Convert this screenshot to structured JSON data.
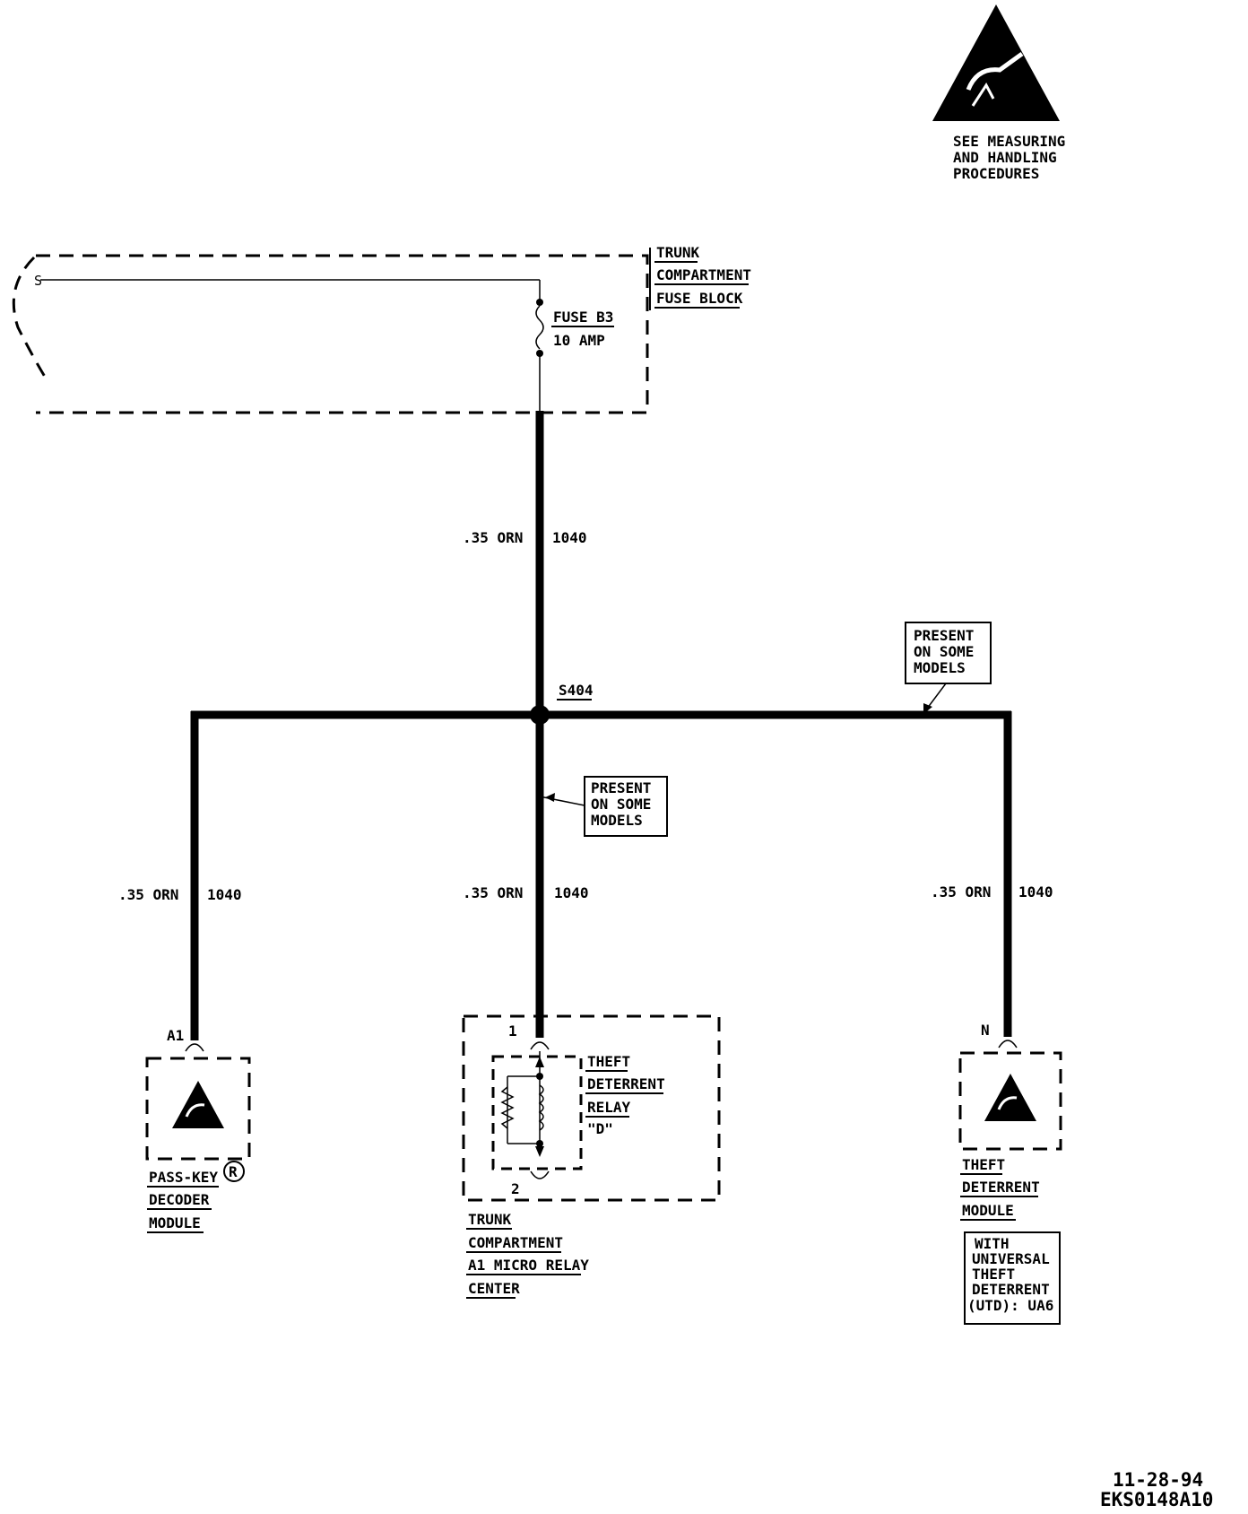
{
  "esd_notice": {
    "icon": "esd-warning-icon",
    "lines": [
      "SEE MEASURING",
      "AND HANDLING",
      "PROCEDURES"
    ]
  },
  "fuse_block": {
    "lines": [
      "TRUNK",
      "COMPARTMENT",
      "FUSE BLOCK"
    ],
    "fuse_name": "FUSE B3",
    "fuse_rating": "10 AMP"
  },
  "main_wire": {
    "gauge": ".35 ORN",
    "circuit": "1040"
  },
  "splice": {
    "name": "S404"
  },
  "notes": {
    "present_right": [
      "PRESENT",
      "ON SOME",
      "MODELS"
    ],
    "present_center": [
      "PRESENT",
      "ON SOME",
      "MODELS"
    ]
  },
  "branches": {
    "left": {
      "gauge": ".35 ORN",
      "circuit": "1040",
      "pin": "A1"
    },
    "center": {
      "gauge": ".35 ORN",
      "circuit": "1040",
      "pin_top": "1",
      "pin_bottom": "2"
    },
    "right": {
      "gauge": ".35 ORN",
      "circuit": "1040",
      "pin": "N"
    }
  },
  "components": {
    "passkey": {
      "lines": [
        "PASS-KEY",
        "DECODER",
        "MODULE"
      ],
      "mark": "R",
      "icon": "esd-warning-icon"
    },
    "relay": {
      "lines": [
        "THEFT",
        "DETERRENT",
        "RELAY",
        "\"D\""
      ]
    },
    "micro_relay_center": {
      "lines": [
        "TRUNK",
        "COMPARTMENT",
        "A1 MICRO RELAY",
        "CENTER"
      ]
    },
    "theft_module": {
      "lines": [
        "THEFT",
        "DETERRENT",
        "MODULE"
      ],
      "icon": "esd-warning-icon"
    },
    "uto_note": {
      "lines": [
        "WITH",
        "UNIVERSAL",
        "THEFT",
        "DETERRENT",
        "(UTD): UA6"
      ]
    }
  },
  "footer": {
    "date": "11-28-94",
    "code": "EKS0148A10"
  }
}
